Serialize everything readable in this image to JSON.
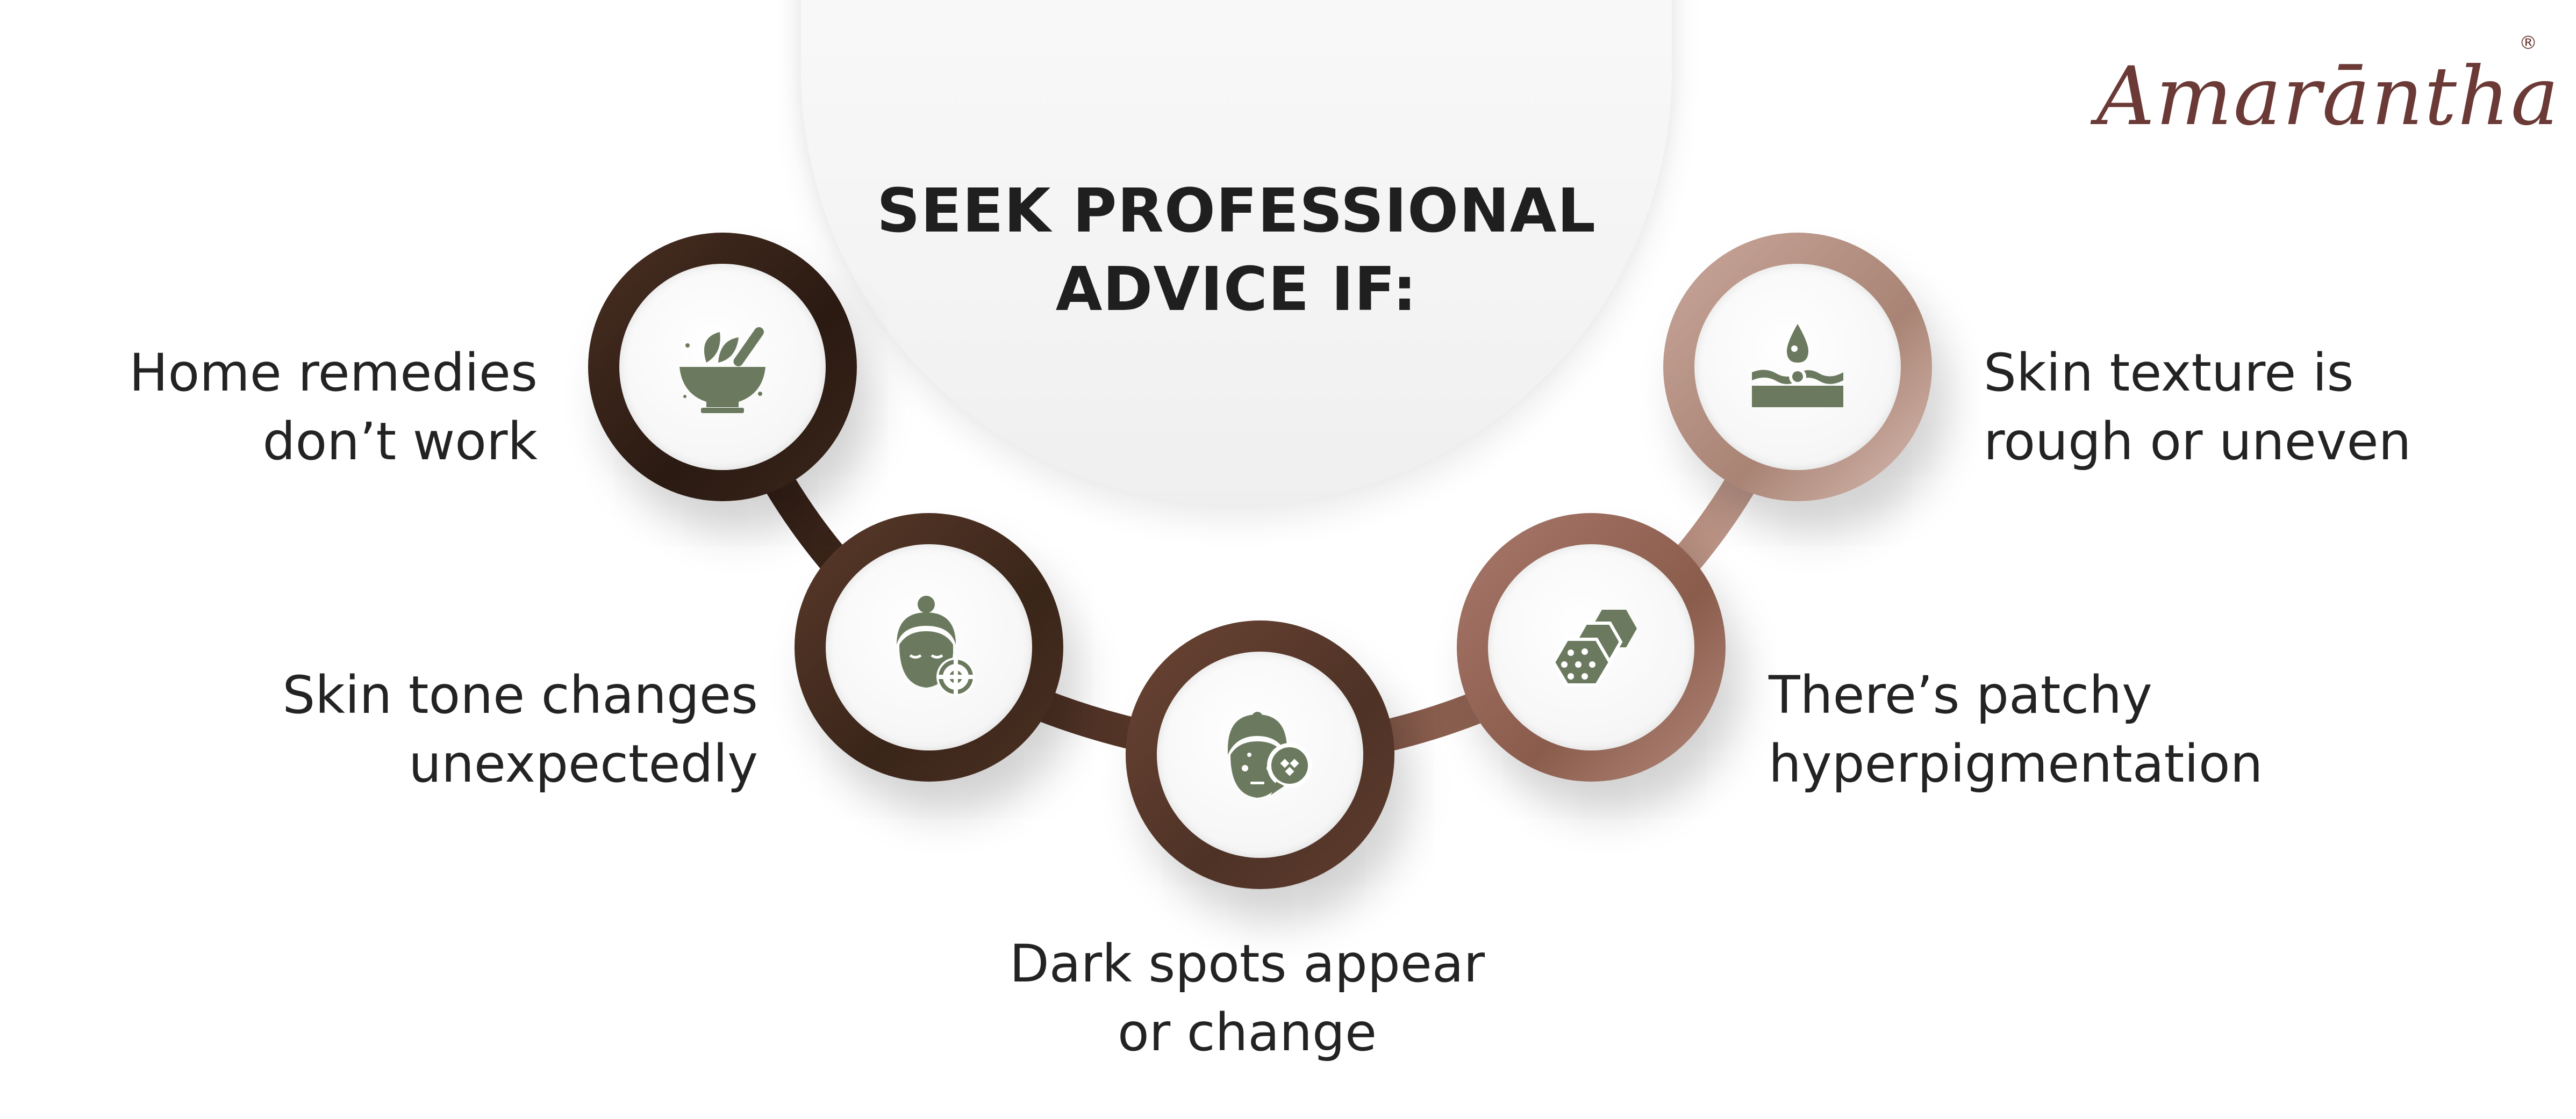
{
  "title": {
    "line1": "SEEK PROFESSIONAL",
    "line2": "ADVICE IF:"
  },
  "brand": {
    "name": "Amarāntha",
    "registered_mark": "®",
    "color": "#6b3a36"
  },
  "icon_color": "#6b7a5e",
  "items": [
    {
      "line1": "Home remedies",
      "line2": "don’t work",
      "icon": "mortar-pestle-herb-icon"
    },
    {
      "line1": "Skin tone changes",
      "line2": "unexpectedly",
      "icon": "face-tone-icon"
    },
    {
      "line1": "Dark spots appear",
      "line2": "or change",
      "icon": "face-spots-icon"
    },
    {
      "line1": "There’s patchy",
      "line2": "hyperpigmentation",
      "icon": "skin-patches-icon"
    },
    {
      "line1": "Skin texture is",
      "line2": "rough or uneven",
      "icon": "skin-layer-drop-icon"
    }
  ]
}
